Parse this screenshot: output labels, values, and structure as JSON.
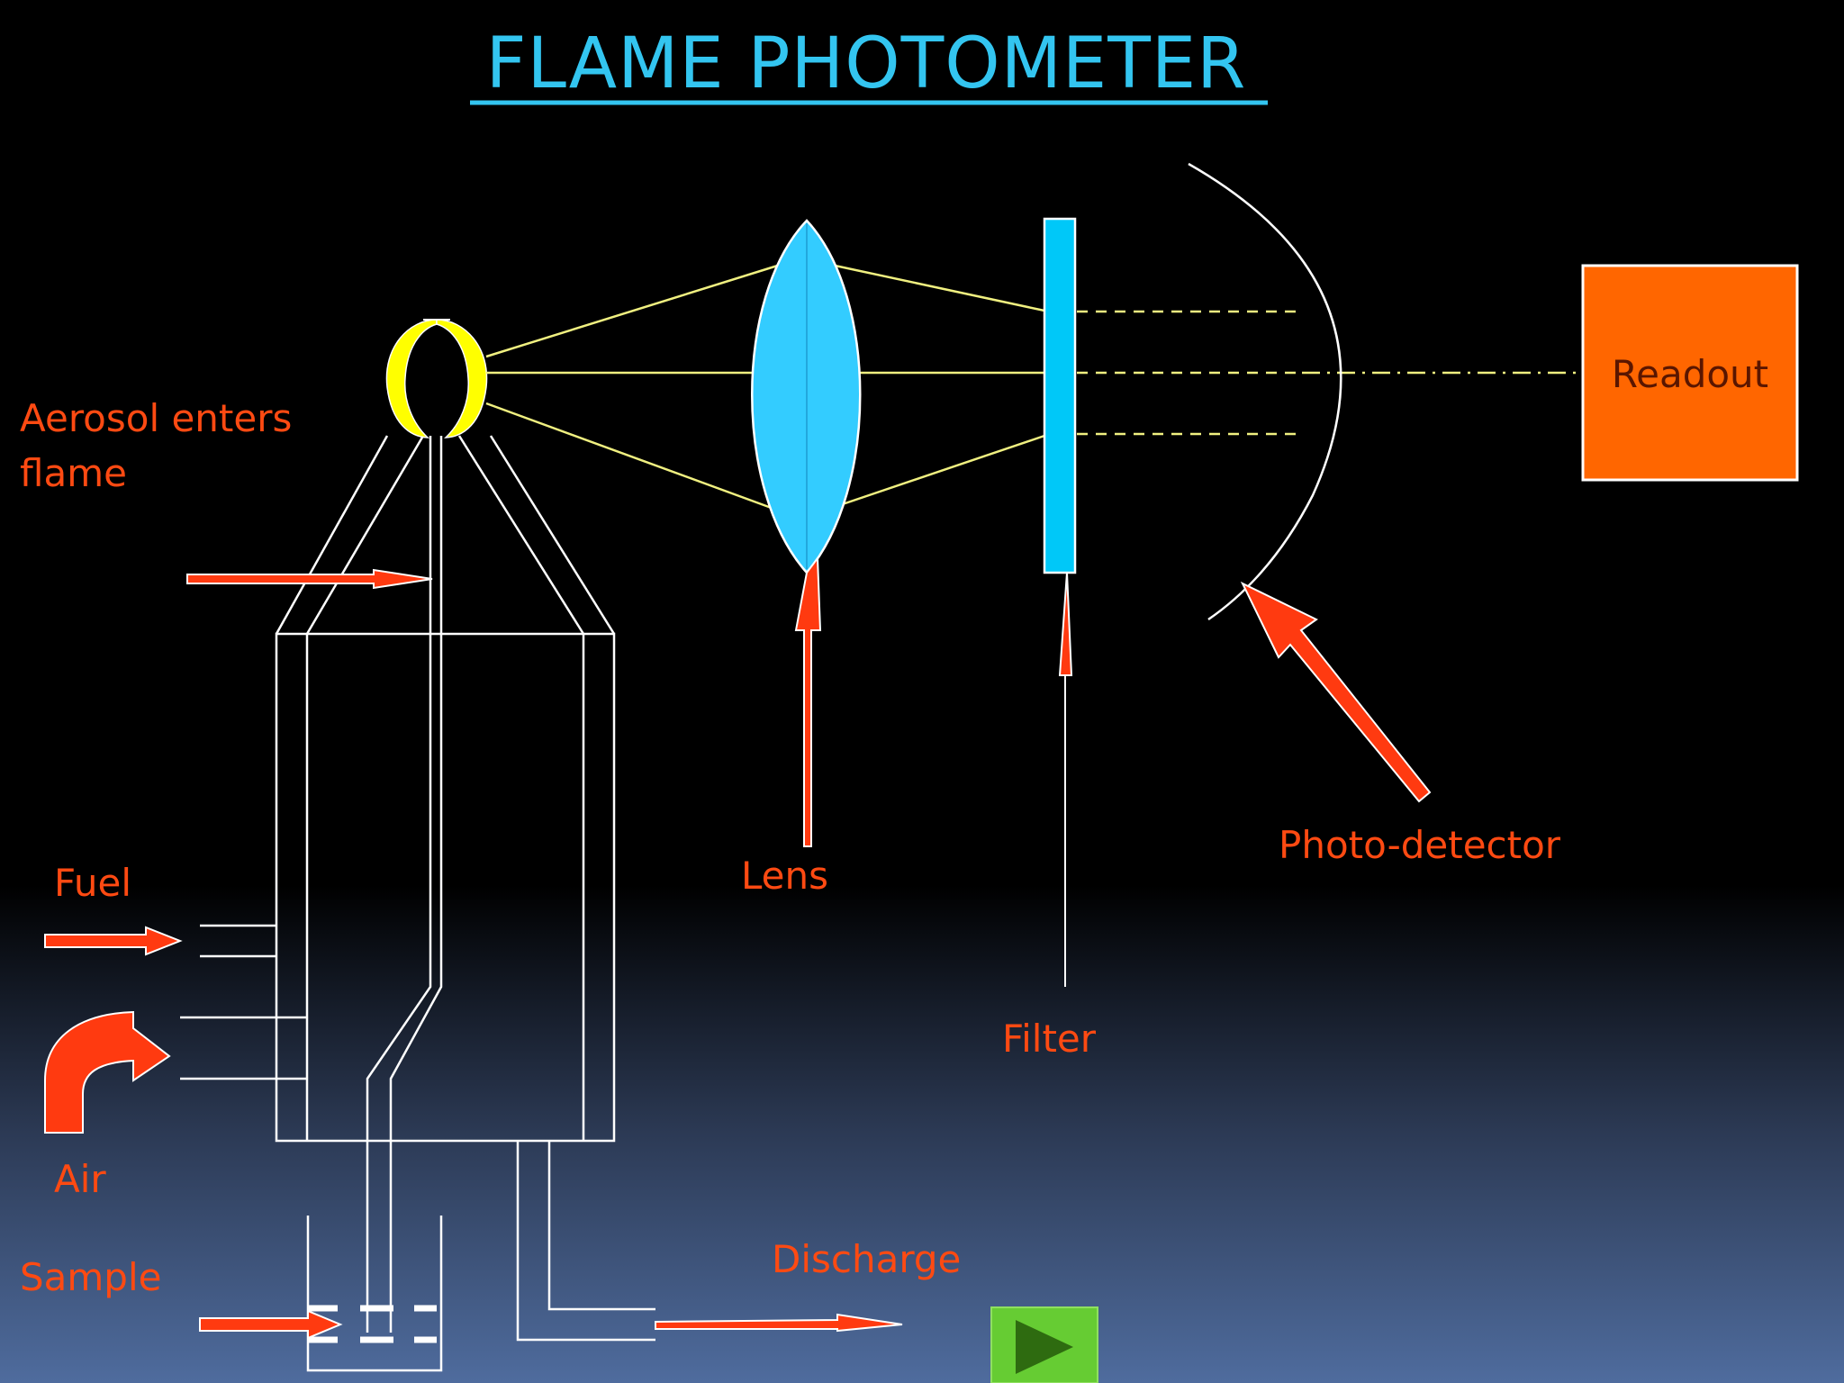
{
  "title": "FLAME PHOTOMETER",
  "labels": {
    "aerosol_line1": "Aerosol enters",
    "aerosol_line2": "flame",
    "fuel": "Fuel",
    "air": "Air",
    "sample": "Sample",
    "lens": "Lens",
    "filter": "Filter",
    "photo_detector": "Photo-detector",
    "readout": "Readout",
    "discharge": "Discharge"
  },
  "colors": {
    "title": "#33c5f0",
    "label": "#ff4a12",
    "arrow": "#ff3a10",
    "lens": "#33ccff",
    "filter": "#00c8f8",
    "flame": "#ffff00",
    "light_ray": "#f0f080",
    "readout_box": "#ff6600",
    "play_button": "#66cc33"
  },
  "icons": {
    "play_button": "play-triangle-icon"
  }
}
